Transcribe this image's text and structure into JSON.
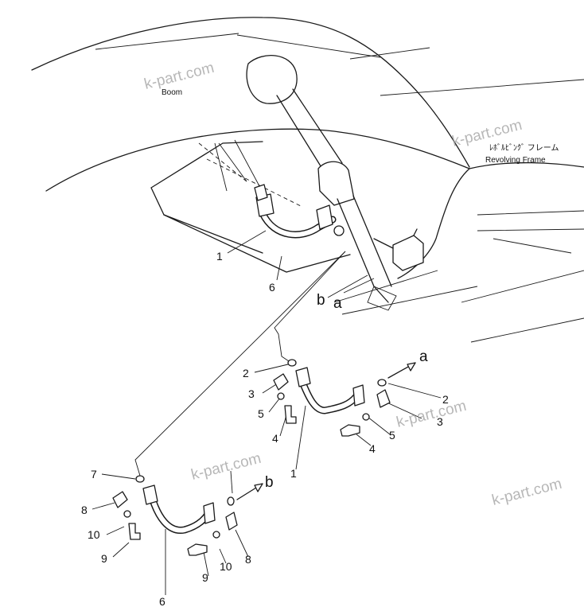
{
  "labels": {
    "boom": "Boom",
    "frame_jp": "ﾚﾎﾞﾙﾋﾞﾝｸﾞ フレーム",
    "frame_en": "Revolving Frame"
  },
  "watermarks": [
    "k-part.com",
    "k-part.com",
    "k-part.com",
    "k-part.com",
    "k-part.com"
  ],
  "letters": {
    "a1": "a",
    "b1": "b",
    "a2": "a",
    "b2": "b"
  },
  "callouts": {
    "c1_top": "1",
    "c6_top": "6",
    "c2_left": "2",
    "c3_left": "3",
    "c5_left": "5",
    "c4_left": "4",
    "c1_mid": "1",
    "c2_right": "2",
    "c3_right": "3",
    "c5_right": "5",
    "c4_right": "4",
    "c7": "7",
    "c8_left": "8",
    "c10_left": "10",
    "c9_left": "9",
    "c6_bot": "6",
    "c9_bot": "9",
    "c10_bot": "10",
    "c8_bot": "8"
  }
}
